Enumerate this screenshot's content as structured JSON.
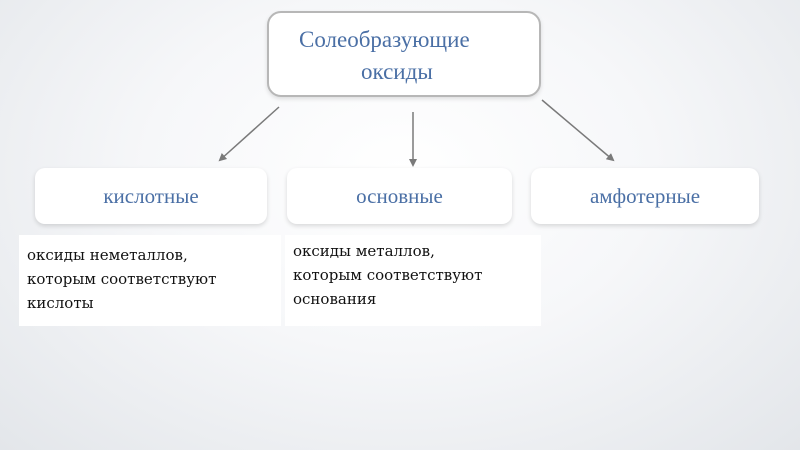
{
  "root": {
    "line1": "Солеобразующие",
    "line2": "оксиды"
  },
  "categories": {
    "acidic": "кислотные",
    "basic": "основные",
    "amphoteric": "амфотерные"
  },
  "descriptions": {
    "acidic": [
      "оксиды неметаллов,",
      "которым соответствуют",
      "кислоты"
    ],
    "basic": [
      "оксиды металлов,",
      "которым соответствуют",
      "основания"
    ]
  },
  "colors": {
    "heading_text": "#4a6fa5",
    "body_text": "#111111",
    "arrow": "#7a7a7a",
    "box_border": "#b7b7b7"
  }
}
